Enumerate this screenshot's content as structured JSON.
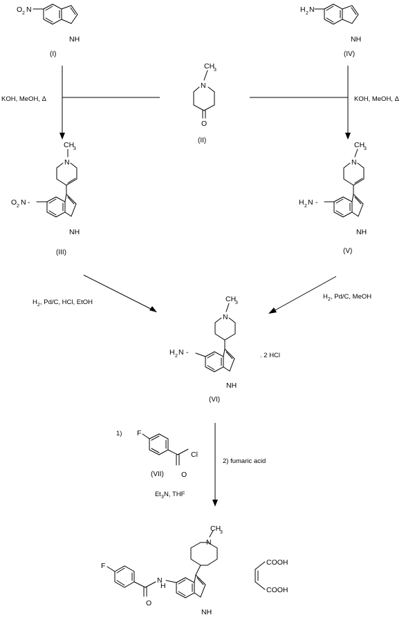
{
  "compounds": {
    "I": {
      "label": "(I)"
    },
    "II": {
      "label": "(II)"
    },
    "III": {
      "label": "(III)"
    },
    "IV": {
      "label": "(IV)"
    },
    "V": {
      "label": "(V)"
    },
    "VI": {
      "label": "(VI)",
      "salt": ". 2 HCl"
    },
    "VII": {
      "label": "(VII)"
    },
    "final": {
      "acid_top": "COOH",
      "acid_bottom": "COOH"
    }
  },
  "atoms": {
    "nh": "NH",
    "n": "N",
    "o": "O",
    "f": "F",
    "cl": "Cl",
    "ch": "CH",
    "three": "3",
    "h": "H",
    "two": "2",
    "no2_text": "O",
    "no2_n": "N",
    "nh2_text": "H",
    "nh2_n": "N",
    "one": "1",
    "t": "t",
    "dash": "-"
  },
  "conditions": {
    "left_top": "KOH, MeOH, Δ",
    "right_top": "KOH, MeOH, Δ",
    "left_mid_h": "H",
    "left_mid_rest": ", Pd/C, HCl, EtOH",
    "right_mid_h": "H",
    "right_mid_rest": ", Pd/C, MeOH",
    "step1": "1)",
    "step2": "2) fumaric acid",
    "base_e": "E",
    "base_rest": "N, THF"
  },
  "colors": {
    "ink": "#000000",
    "background": "#ffffff"
  }
}
